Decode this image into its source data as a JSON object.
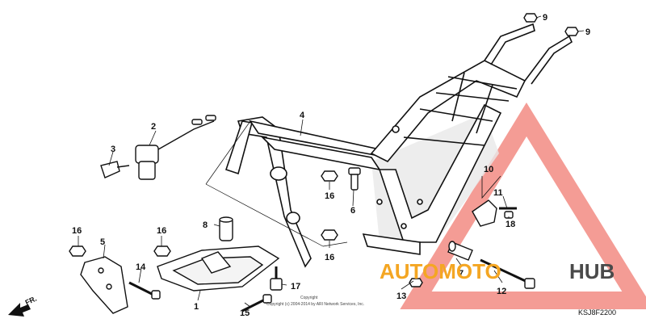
{
  "diagram": {
    "code": "KSJ8F2200",
    "copyright": "Copyright (c) 2004-2014 by ARI Network Services, Inc.",
    "copyright_head": "Copyright",
    "direction": "FR.",
    "watermark": {
      "prefix": "AUTOMOTO",
      "suffix": "HUB",
      "prefix_color": "#f4a623",
      "suffix_color": "#4a4a4a",
      "triangle_color": "#f28b82"
    },
    "callouts": [
      "1",
      "2",
      "3",
      "4",
      "5",
      "6",
      "7",
      "8",
      "9",
      "9",
      "10",
      "11",
      "12",
      "13",
      "14",
      "15",
      "16",
      "16",
      "16",
      "16",
      "17",
      "18"
    ]
  }
}
